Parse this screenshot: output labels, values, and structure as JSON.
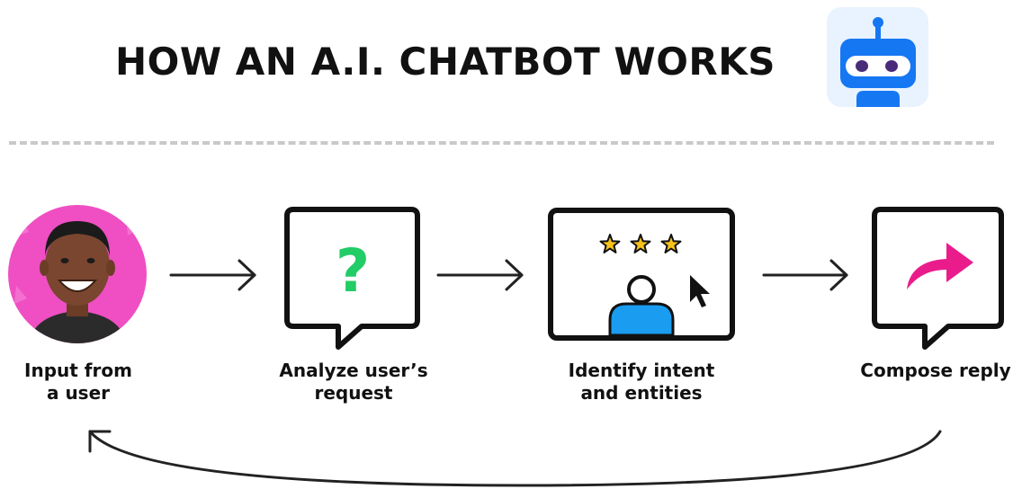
{
  "title": "HOW AN A.I. CHATBOT WORKS",
  "colors": {
    "robot_blue": "#1677f2",
    "robot_tile_bg": "#e8f3ff",
    "avatar_pink": "#ef4fc3",
    "question_green": "#22cc66",
    "star_yellow": "#f7c21a",
    "person_blue": "#1a9cf0",
    "reply_arrow_magenta": "#ea1c8c",
    "divider_gray": "#c9c9c9"
  },
  "steps": [
    {
      "line1": "Input from",
      "line2": "a user",
      "icon": "user-photo-avatar"
    },
    {
      "line1": "Analyze user’s",
      "line2": "request",
      "icon": "question-mark-icon",
      "glyph": "?"
    },
    {
      "line1": "Identify intent",
      "line2": "and entities",
      "icon": "rating-screen-icon",
      "stars": 3
    },
    {
      "line1": "Compose reply",
      "line2": "",
      "icon": "reply-arrow-icon"
    }
  ]
}
